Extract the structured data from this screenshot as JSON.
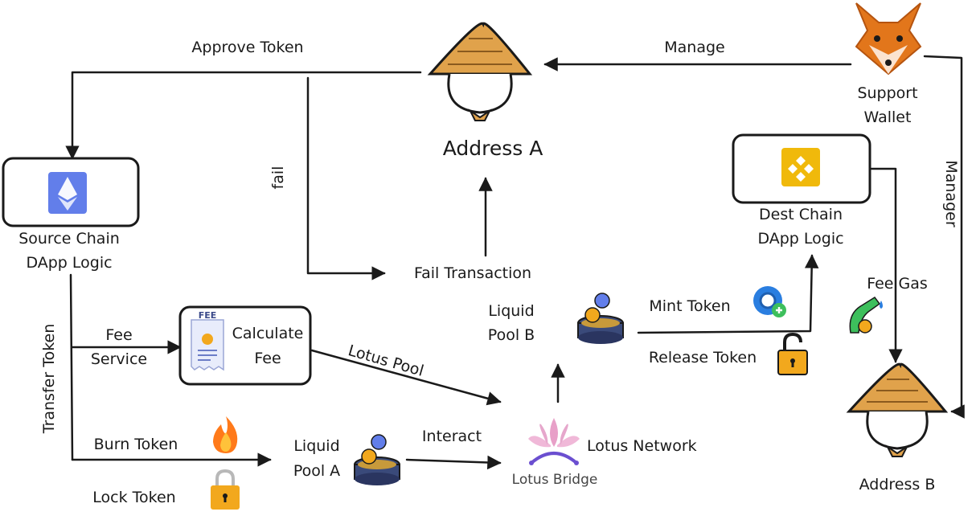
{
  "nodes": {
    "address_a": "Address A",
    "address_b": "Address B",
    "support_wallet": [
      "Support",
      "Wallet"
    ],
    "source_chain": [
      "Source Chain",
      "DApp Logic"
    ],
    "dest_chain": [
      "Dest Chain",
      "DApp Logic"
    ],
    "calculate_fee": [
      "Calculate",
      "Fee"
    ],
    "fail_transaction": "Fail Transaction",
    "liquid_pool_a": [
      "Liquid",
      "Pool A"
    ],
    "liquid_pool_b": [
      "Liquid",
      "Pool B"
    ],
    "lotus_network": "Lotus Network",
    "lotus_bridge": "Lotus Bridge"
  },
  "edges": {
    "approve_token": "Approve Token",
    "manage": "Manage",
    "manager": "Manager",
    "fail": "fail",
    "transfer_token": "Transfer Token",
    "fee_service": [
      "Fee",
      "Service"
    ],
    "burn_token": "Burn Token",
    "lock_token": "Lock Token",
    "interact": "Interact",
    "lotus_pool": "Lotus Pool",
    "mint_token": "Mint Token",
    "release_token": "Release Token",
    "fee_gas": "Fee Gas"
  },
  "icons": {
    "fee_receipt_text": "FEE",
    "colors": {
      "ethereum": "#627EEA",
      "bnb": "#F0B90B",
      "fox": "#E2761B",
      "hat": "#E0A24B",
      "fire": "#FF7A1A",
      "lock": "#F2A81D",
      "lotus": "#E8A0C8",
      "lotus_arc": "#6B4FD0"
    }
  }
}
